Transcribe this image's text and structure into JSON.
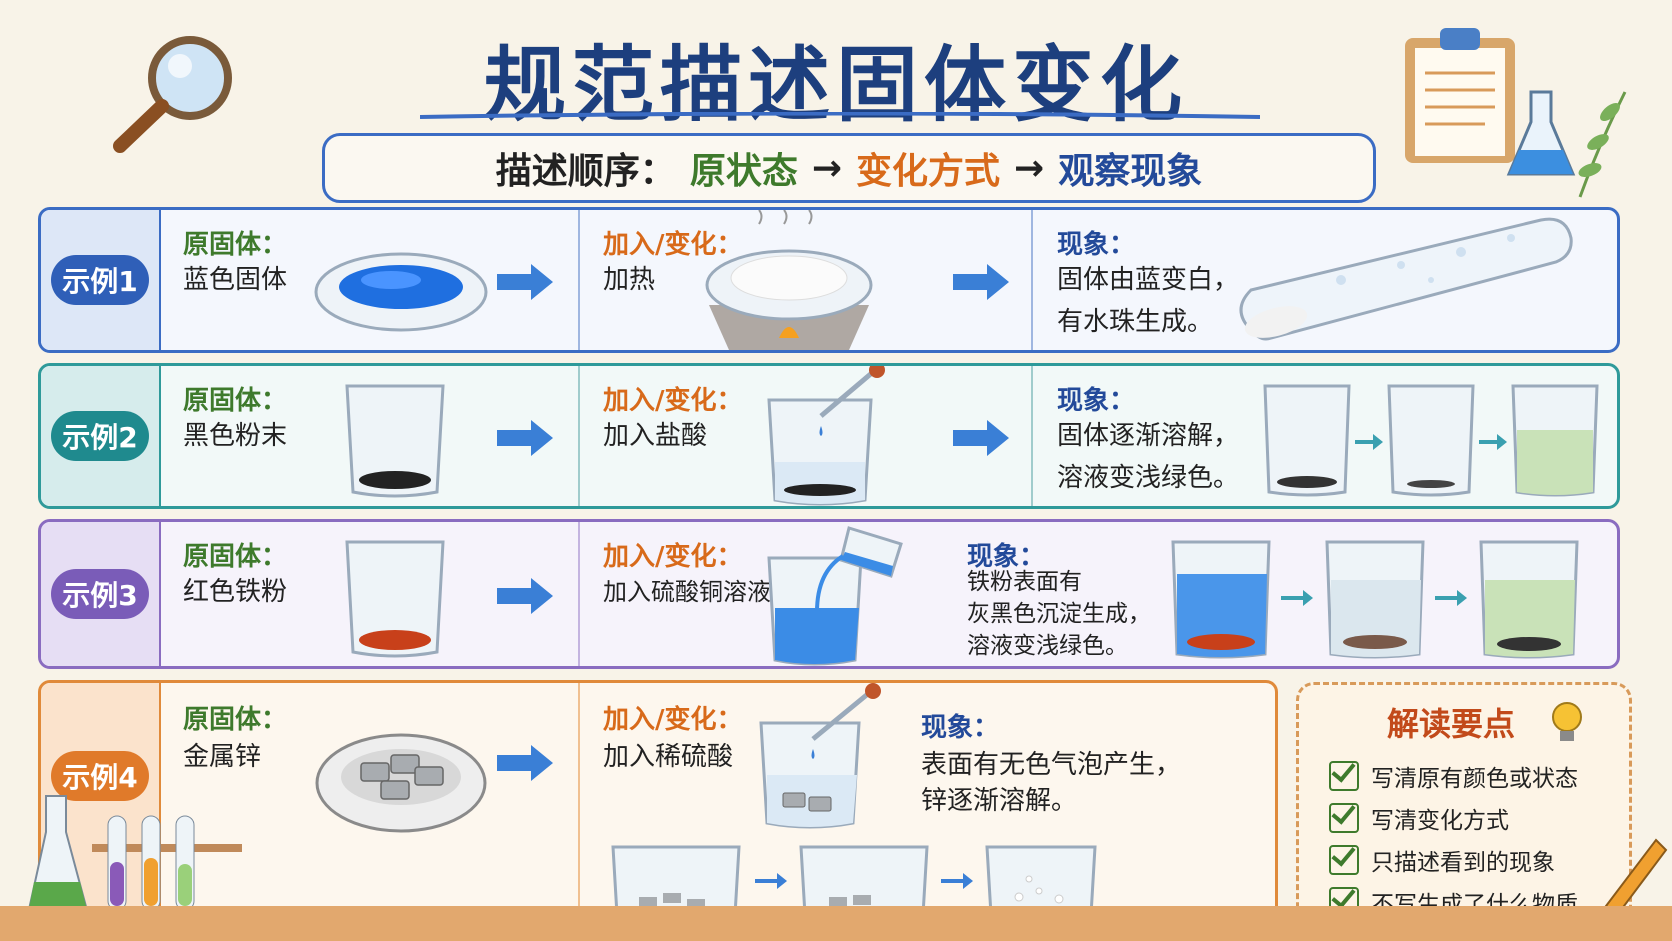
{
  "title": "规范描述固体变化",
  "order": {
    "prefix": "描述顺序：",
    "step1": "原状态",
    "arrow": "→",
    "step2": "变化方式",
    "step3": "观察现象"
  },
  "examples": [
    {
      "badge": "示例1",
      "orig_label": "原固体：",
      "orig_text": "蓝色固体",
      "change_label": "加入/变化：",
      "change_text": "加热",
      "phen_label": "现象：",
      "phen_lines": [
        "固体由蓝变白，",
        "有水珠生成。"
      ]
    },
    {
      "badge": "示例2",
      "orig_label": "原固体：",
      "orig_text": "黑色粉末",
      "change_label": "加入/变化：",
      "change_text": "加入盐酸",
      "phen_label": "现象：",
      "phen_lines": [
        "固体逐渐溶解，",
        "溶液变浅绿色。"
      ]
    },
    {
      "badge": "示例3",
      "orig_label": "原固体：",
      "orig_text": "红色铁粉",
      "change_label": "加入/变化：",
      "change_text": "加入硫酸铜溶液",
      "phen_label": "现象：",
      "phen_lines": [
        "铁粉表面有",
        "灰黑色沉淀生成，",
        "溶液变浅绿色。"
      ]
    },
    {
      "badge": "示例4",
      "orig_label": "原固体：",
      "orig_text": "金属锌",
      "change_label": "加入/变化：",
      "change_text": "加入稀硫酸",
      "phen_label": "现象：",
      "phen_lines": [
        "表面有无色气泡产生，",
        "锌逐渐溶解。"
      ]
    }
  ],
  "keypoints": {
    "title": "解读要点",
    "items": [
      "写清原有颜色或状态",
      "写清变化方式",
      "只描述看到的现象",
      "不写生成了什么物质"
    ]
  },
  "colors": {
    "title": "#1d3f7e",
    "row1": "#3b6cc4",
    "row2": "#2f9a9a",
    "row3": "#8a6cc0",
    "row4": "#e08a3a",
    "green": "#3e7a2c",
    "orange": "#d86a1a",
    "arrow": "#3a7fd6"
  }
}
